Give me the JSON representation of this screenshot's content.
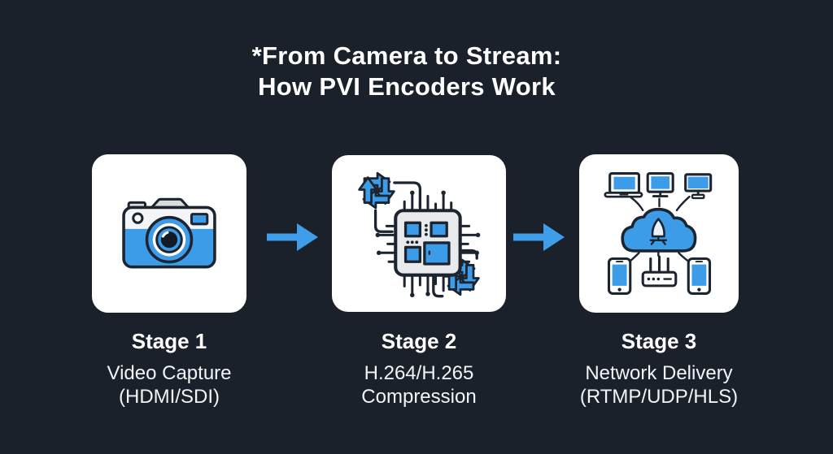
{
  "title": {
    "line1": "*From Camera to Stream:",
    "line2": "How PVI Encoders Work"
  },
  "stages": [
    {
      "name": "Stage 1",
      "detail1": "Video Capture",
      "detail2": "(HDMI/SDI)",
      "icon": "camera-icon"
    },
    {
      "name": "Stage 2",
      "detail1": "H.264/H.265",
      "detail2": "Compression",
      "icon": "encoder-chip-icon"
    },
    {
      "name": "Stage 3",
      "detail1": "Network Delivery",
      "detail2": "(RTMP/UDP/HLS)",
      "icon": "network-delivery-icon"
    }
  ],
  "arrows": [
    {
      "icon": "right-arrow-icon"
    },
    {
      "icon": "right-arrow-icon"
    }
  ],
  "colors": {
    "background": "#1a212a",
    "card": "#ffffff",
    "accent_blue": "#3d9ce8",
    "outline": "#1c2430",
    "title_text": "#ffffff"
  }
}
